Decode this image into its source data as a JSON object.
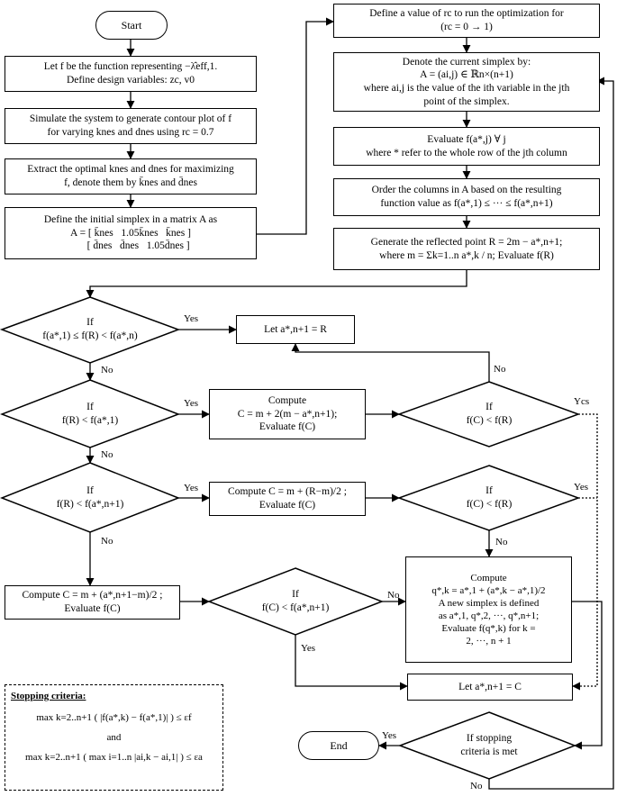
{
  "start": "Start",
  "end": "End",
  "left": [
    {
      "id": "b1",
      "lines": [
        "Let f be the function representing −λ̂eff,1.",
        "Define design variables: zc, v0"
      ]
    },
    {
      "id": "b2",
      "lines": [
        "Simulate the system to generate contour plot of f",
        "for varying knes and dnes using rc = 0.7"
      ]
    },
    {
      "id": "b3",
      "lines": [
        "Extract the optimal knes and dnes for maximizing",
        "f, denote them by k̄nes and d̄nes"
      ]
    },
    {
      "id": "b4",
      "lines": [
        "Define the initial simplex in a matrix A as",
        "A = [ k̄nes   1.05k̄nes   k̄nes ]",
        "      [ d̄nes   d̄nes   1.05d̄nes ]"
      ]
    }
  ],
  "right": [
    {
      "id": "r1",
      "lines": [
        "Define a value of rc to run the optimization for",
        "(rc = 0 → 1)"
      ]
    },
    {
      "id": "r2",
      "lines": [
        "Denote the current simplex by:",
        "A = (ai,j) ∈ ℝn×(n+1)",
        "where ai,j is the value of the ith variable in the jth",
        "point of the simplex."
      ]
    },
    {
      "id": "r3",
      "lines": [
        "Evaluate f(a*,j) ∀ j",
        "where * refer to the whole row of the jth column"
      ]
    },
    {
      "id": "r4",
      "lines": [
        "Order the columns in A based on the resulting",
        "function value as f(a*,1) ≤ ··· ≤ f(a*,n+1)"
      ]
    },
    {
      "id": "r5",
      "lines": [
        "Generate the reflected point R = 2m − a*,n+1;",
        "where m = Σk=1..n a*,k / n; Evaluate f(R)"
      ]
    }
  ],
  "diamonds": [
    {
      "id": "d1",
      "lines": [
        "If",
        "f(a*,1) ≤ f(R) < f(a*,n)"
      ]
    },
    {
      "id": "d2",
      "lines": [
        "If",
        "f(R) < f(a*,1)"
      ]
    },
    {
      "id": "d3",
      "lines": [
        "If",
        "f(R) < f(a*,n+1)"
      ]
    },
    {
      "id": "d4",
      "lines": [
        "If",
        "f(C) < f(R)"
      ]
    },
    {
      "id": "d5",
      "lines": [
        "If",
        "f(C) < f(R)"
      ]
    },
    {
      "id": "d6",
      "lines": [
        "If",
        "f(C) < f(a*,n+1)"
      ]
    },
    {
      "id": "d7",
      "lines": [
        "If stopping",
        "criteria is met"
      ]
    }
  ],
  "actions": [
    {
      "id": "a1",
      "lines": [
        "Let a*,n+1 = R"
      ]
    },
    {
      "id": "a2",
      "lines": [
        "Compute",
        "C = m + 2(m − a*,n+1);",
        "Evaluate f(C)"
      ]
    },
    {
      "id": "a3",
      "lines": [
        "Compute C = m + (R−m)/2 ;",
        "Evaluate f(C)"
      ]
    },
    {
      "id": "a4",
      "lines": [
        "Compute C = m + (a*,n+1−m)/2 ;",
        "Evaluate f(C)"
      ]
    },
    {
      "id": "a5",
      "lines": [
        "Compute",
        "q*,k = a*,1 + (a*,k − a*,1)/2",
        "A new simplex is defined",
        "as a*,1, q*,2, ···, q*,n+1;",
        "Evaluate f(q*,k) for k =",
        "2, ···, n + 1"
      ]
    },
    {
      "id": "a6",
      "lines": [
        "Let a*,n+1 = C"
      ]
    }
  ],
  "labels": {
    "yes": "Yes",
    "no": "No",
    "ycs": "Ycs"
  },
  "stopping": {
    "title": "Stopping criteria:",
    "line1": "max k=2..n+1 ( |f(a*,k) − f(a*,1)| ) ≤ εf",
    "and": "and",
    "line2": "max k=2..n+1 ( max i=1..n |ai,k − ai,1| ) ≤ εa"
  }
}
